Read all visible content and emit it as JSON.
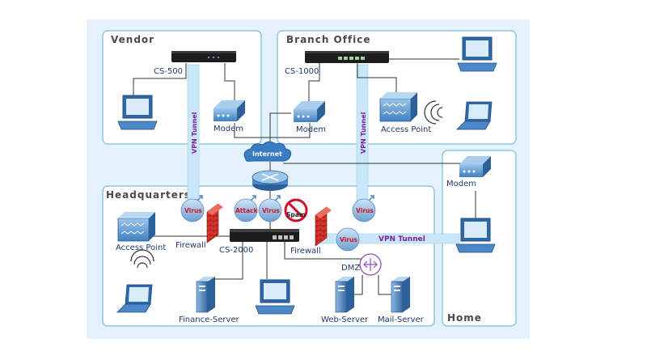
{
  "zones": {
    "vendor": "Vendor",
    "branch": "Branch Office",
    "headquarters": "Headquarters",
    "home": "Home"
  },
  "devices": {
    "cs500": "CS-500",
    "cs1000": "CS-1000",
    "cs2000": "CS-2000",
    "vendor_modem": "Modem",
    "branch_modem": "Modem",
    "home_modem": "Modem",
    "branch_ap": "Access Point",
    "hq_ap": "Access Point",
    "internet": "Internet",
    "firewall_left": "Firewall",
    "firewall_right": "Firewall",
    "dmz": "DMZ"
  },
  "servers": {
    "finance": "Finance-Server",
    "web": "Web-Server",
    "mail": "Mail-Server"
  },
  "tunnels": {
    "vendor": "VPN Tunnel",
    "branch": "VPN Tunnel",
    "home": "VPN Tunnel"
  },
  "threats": {
    "virus1": "Virus",
    "attack": "Attack",
    "virus2": "Virus",
    "spam": "Spam",
    "virus3": "Virus",
    "virus4": "Virus"
  },
  "colors": {
    "background": "#e4f3fb",
    "zone_border": "#8fc6e3",
    "tunnel": "#c9e7f8",
    "device_blue": "#4c88c7",
    "firewall": "#d9342b",
    "threat_text": "#d10f2a",
    "tunnel_text": "#7a1fa0"
  }
}
